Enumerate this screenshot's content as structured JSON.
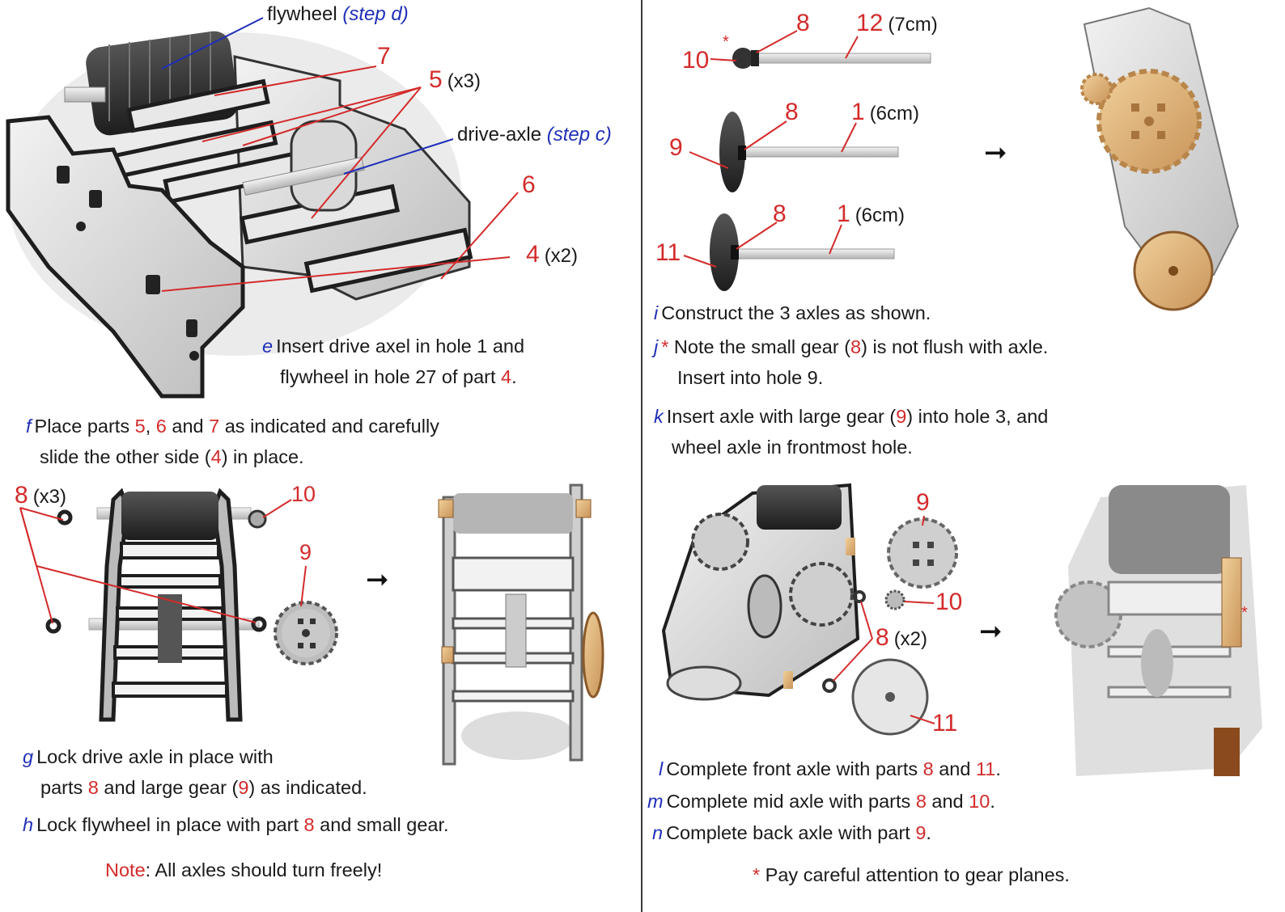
{
  "left": {
    "top_labels": {
      "flywheel": "flywheel",
      "flywheel_step": "(step d)",
      "p7": "7",
      "p5": "5",
      "p5_qty": "(x3)",
      "drive_axle": "drive-axle",
      "drive_axle_step": "(step c)",
      "p6": "6",
      "p4": "4",
      "p4_qty": "(x2)"
    },
    "step_e": {
      "letter": "e",
      "line1": "Insert drive axel in hole 1 and",
      "line2_pre": "flywheel in hole 27 of part ",
      "line2_num": "4",
      "line2_post": "."
    },
    "step_f": {
      "letter": "f",
      "pre": "Place parts ",
      "n1": "5",
      "s1": ", ",
      "n2": "6",
      "s2": " and ",
      "n3": "7",
      "post": " as indicated and carefully",
      "line2_pre": "slide the other side (",
      "line2_num": "4",
      "line2_post": ") in place."
    },
    "mid_labels": {
      "p8": "8",
      "p8_qty": "(x3)",
      "p10": "10",
      "p9": "9"
    },
    "step_g": {
      "letter": "g",
      "line1": "Lock drive axle in place with",
      "line2_pre": "parts ",
      "n1": "8",
      "line2_mid": " and large gear (",
      "n2": "9",
      "line2_post": ") as indicated."
    },
    "step_h": {
      "letter": "h",
      "pre": "Lock flywheel in place with part ",
      "num": "8",
      "post": " and small gear."
    },
    "note": {
      "label": "Note",
      "text": ": All axles should turn freely!"
    }
  },
  "right": {
    "axle1": {
      "gear_small": "10",
      "star": "*",
      "gear": "8",
      "axle": "12",
      "len": "(7cm)"
    },
    "axle2": {
      "gear_large": "9",
      "gear": "8",
      "axle": "1",
      "len": "(6cm)"
    },
    "axle3": {
      "wheel": "11",
      "gear": "8",
      "axle": "1",
      "len": "(6cm)"
    },
    "step_i": {
      "letter": "i",
      "text": "Construct the 3 axles as shown."
    },
    "step_j": {
      "letter": "j",
      "star": "*",
      "pre": " Note the small gear (",
      "num": "8",
      "post": ") is not flush with axle.",
      "line2": "Insert into hole 9."
    },
    "step_k": {
      "letter": "k",
      "pre": "Insert axle with large gear (",
      "num": "9",
      "post": ") into hole 3, and",
      "line2": "wheel axle in frontmost hole."
    },
    "bottom_labels": {
      "p9": "9",
      "p10": "10",
      "p8": "8",
      "p8_qty": "(x2)",
      "p11": "11",
      "star": "*"
    },
    "step_l": {
      "letter": "l",
      "pre": "Complete front axle with parts ",
      "n1": "8",
      "mid": " and ",
      "n2": "11",
      "post": "."
    },
    "step_m": {
      "letter": "m",
      "pre": "Complete mid axle with parts ",
      "n1": "8",
      "mid": " and ",
      "n2": "10",
      "post": "."
    },
    "step_n": {
      "letter": "n",
      "pre": "Complete back axle with part ",
      "n1": "9",
      "post": "."
    },
    "footer": {
      "star": "*",
      "text": " Pay careful attention to gear planes."
    }
  },
  "arrows": {
    "symbol": "➞"
  },
  "colors": {
    "part_number": "#d42b2b",
    "step_letter": "#1f2fb8",
    "wood": "#d9a86a",
    "panel": "#cfcfcf"
  }
}
